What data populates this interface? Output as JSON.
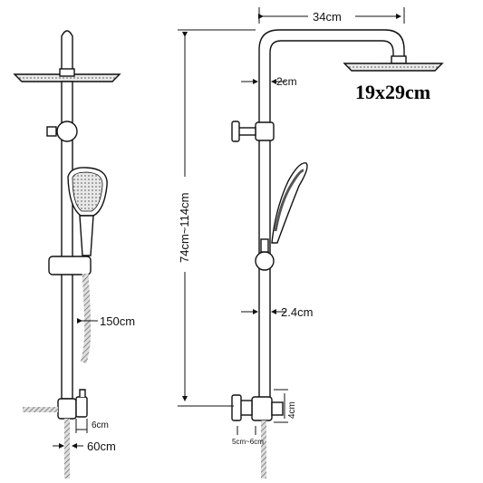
{
  "labels": {
    "width_arm": "34cm",
    "pipe_diameter": "2cm",
    "head_size": "19x29cm",
    "height_range": "74cm~114cm",
    "hose_length": "150cm",
    "rail_diameter": "2.4cm",
    "outlet_height": "4cm",
    "mount_spacing": "5cm~6cm",
    "inlet_width": "6cm",
    "inlet_hose": "60cm"
  },
  "colors": {
    "line": "#111111",
    "hatch": "#666666"
  }
}
